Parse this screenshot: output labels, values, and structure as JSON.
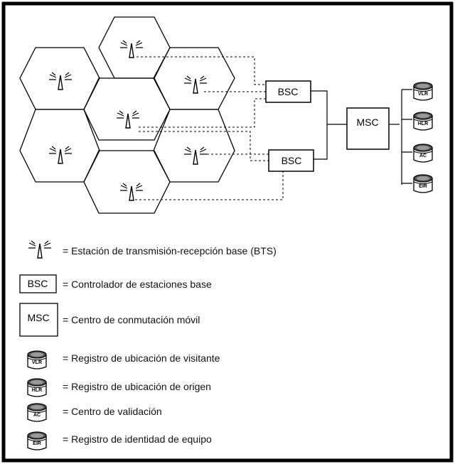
{
  "network": {
    "bsc_top": "BSC",
    "bsc_bottom": "BSC",
    "msc": "MSC",
    "databases": [
      "VLR",
      "HLR",
      "AC",
      "EIR"
    ]
  },
  "legend": {
    "bts": "= Estación de transmisión-recepción base (BTS)",
    "bsc_symbol": "BSC",
    "bsc": "= Controlador de estaciones base",
    "msc_symbol": "MSC",
    "msc": "= Centro de conmutación móvil",
    "vlr_symbol": "VLR",
    "vlr": "= Registro de ubicación de visitante",
    "hlr_symbol": "HLR",
    "hlr": "= Registro de ubicación de origen",
    "ac_symbol": "AC",
    "ac": "= Centro de validación",
    "eir_symbol": "EIR",
    "eir": "= Registro de identidad de equipo"
  }
}
